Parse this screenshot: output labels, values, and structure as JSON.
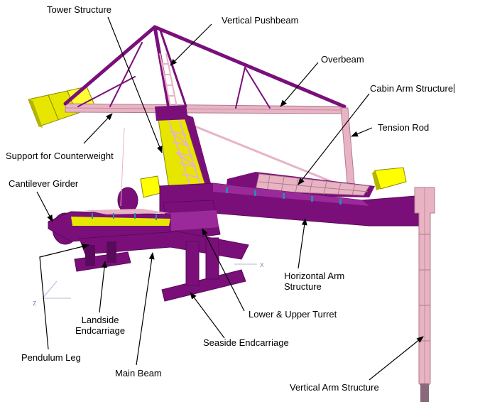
{
  "labels": {
    "tower_structure": "Tower Structure",
    "vertical_pushbeam": "Vertical Pushbeam",
    "overbeam": "Overbeam",
    "cabin_arm_structure": "Cabin Arm Structure",
    "tension_rod": "Tension Rod",
    "support_counterweight": "Support for Counterweight",
    "cantilever_girder": "Cantilever Girder",
    "horizontal_arm_line1": "Horizontal Arm",
    "horizontal_arm_line2": "Structure",
    "lower_upper_turret": "Lower & Upper Turret",
    "landside_line1": "Landside",
    "landside_line2": "Endcarriage",
    "seaside_endcarriage": "Seaside Endcarriage",
    "pendulum_leg": "Pendulum Leg",
    "main_beam": "Main Beam",
    "vertical_arm_structure": "Vertical Arm Structure"
  },
  "axes": {
    "x": "x",
    "z": "z"
  },
  "colors": {
    "purple": "#7a0f7a",
    "purple_dark": "#5a0a5a",
    "pink": "#e8b4c4",
    "pink_dark": "#c68a9e",
    "yellow": "#ffff00",
    "yellow_dark": "#c8c800",
    "axis": "#b0b8d8"
  }
}
